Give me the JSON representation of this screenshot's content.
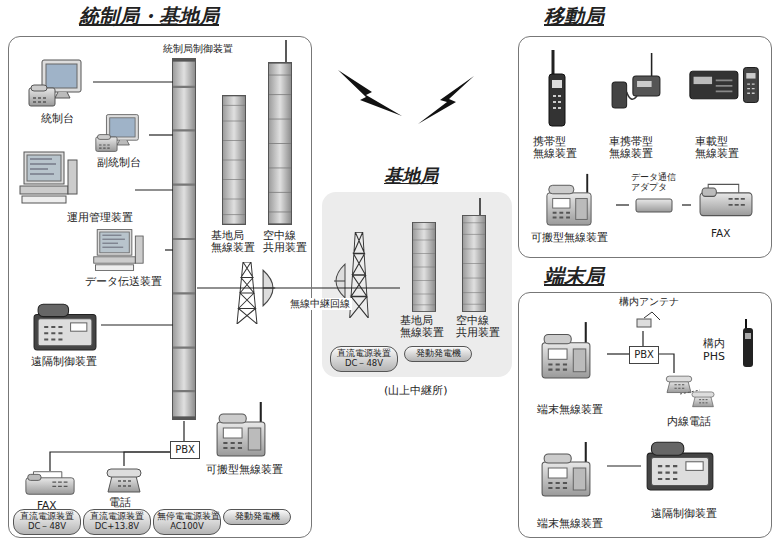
{
  "diagram": {
    "nodes": [
      {
        "text": [
          "統制局・基地局"
        ]
      },
      {
        "text": [
          "統制局制御装置"
        ],
        "in": 0
      },
      {
        "text": [
          "基地局 無線装置"
        ],
        "in": 0
      },
      {
        "text": [
          "空中線 共用装置"
        ],
        "in": 0
      },
      {
        "text": [
          "統制台"
        ],
        "in": 0
      },
      {
        "text": [
          "副統制台"
        ],
        "in": 0
      },
      {
        "text": [
          "運用管理装置"
        ],
        "in": 0
      },
      {
        "text": [
          "データ伝送装置"
        ],
        "in": 0
      },
      {
        "text": [
          "遠隔制御装置"
        ],
        "in": 0
      },
      {
        "text": [
          "PBX"
        ],
        "in": 0
      },
      {
        "text": [
          "FAX"
        ],
        "in": 0
      },
      {
        "text": [
          "電話"
        ],
        "in": 0
      },
      {
        "text": [
          "可搬型無線装置"
        ],
        "in": 0
      },
      {
        "text": [
          "直流電源装置 DC－48V"
        ],
        "in": 0
      },
      {
        "text": [
          "直流電源装置 DC+13.8V"
        ],
        "in": 0
      },
      {
        "text": [
          "無停電電源装置 AC100V"
        ],
        "in": 0
      },
      {
        "text": [
          "発動発電機"
        ],
        "in": 0
      },
      {
        "text": [
          "基地局",
          "(山上中継所)"
        ]
      },
      {
        "text": [
          "基地局 無線装置"
        ],
        "in": 17
      },
      {
        "text": [
          "空中線 共用装置"
        ],
        "in": 17
      },
      {
        "text": [
          "直流電源装置 DC－48V"
        ],
        "in": 17
      },
      {
        "text": [
          "発動発電機"
        ],
        "in": 17
      },
      {
        "text": [
          "移動局"
        ]
      },
      {
        "text": [
          "携帯型 無線装置"
        ],
        "in": 22
      },
      {
        "text": [
          "車携帯型 無線装置"
        ],
        "in": 22
      },
      {
        "text": [
          "車載型 無線装置"
        ],
        "in": 22
      },
      {
        "text": [
          "可搬型無線装置"
        ],
        "in": 22
      },
      {
        "text": [
          "データ通信 アダプタ"
        ],
        "in": 22
      },
      {
        "text": [
          "FAX"
        ],
        "in": 22
      },
      {
        "text": [
          "端末局"
        ]
      },
      {
        "text": [
          "端末無線装置"
        ],
        "in": 29
      },
      {
        "text": [
          "PBX"
        ],
        "in": 29
      },
      {
        "text": [
          "構内アンテナ"
        ],
        "in": 29
      },
      {
        "text": [
          "構内 PHS"
        ],
        "in": 29
      },
      {
        "text": [
          "内線電話"
        ],
        "in": 29
      },
      {
        "text": [
          "端末無線装置"
        ],
        "in": 29
      },
      {
        "text": [
          "遠隔制御装置"
        ],
        "in": 29
      }
    ],
    "edges": [
      {
        "from": 4,
        "to": 1,
        "arrow": "none"
      },
      {
        "from": 5,
        "to": 1,
        "arrow": "none"
      },
      {
        "from": 6,
        "to": 1,
        "arrow": "none"
      },
      {
        "from": 7,
        "to": 1,
        "arrow": "none"
      },
      {
        "from": 8,
        "to": 1,
        "arrow": "none"
      },
      {
        "from": 1,
        "to": 9,
        "arrow": "none"
      },
      {
        "from": 9,
        "to": 10,
        "arrow": "none"
      },
      {
        "from": 9,
        "to": 11,
        "arrow": "none"
      },
      {
        "from": 1,
        "to": 18,
        "label": "無線中継回線",
        "arrow": "none"
      },
      {
        "from": 26,
        "to": 27,
        "arrow": "none"
      },
      {
        "from": 27,
        "to": 28,
        "arrow": "none"
      },
      {
        "from": 30,
        "to": 31,
        "arrow": "none"
      },
      {
        "from": 31,
        "to": 32,
        "arrow": "none"
      },
      {
        "from": 31,
        "to": 34,
        "arrow": "none"
      },
      {
        "from": 35,
        "to": 36,
        "arrow": "none"
      }
    ]
  }
}
